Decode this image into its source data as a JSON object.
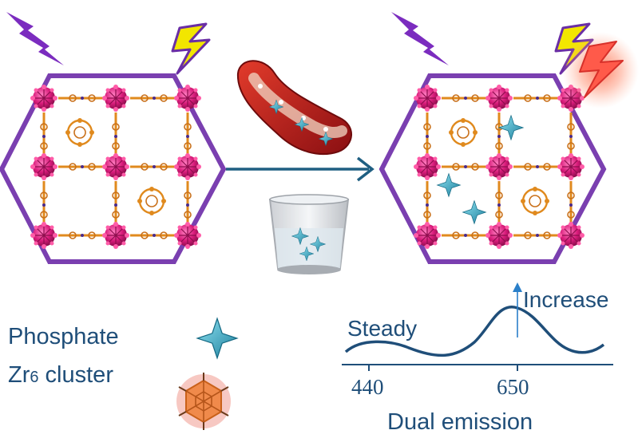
{
  "legend": {
    "phosphate_label": "Phosphate",
    "zr_label_main": "Zr",
    "zr_label_sub": "6",
    "zr_label_rest": " cluster"
  },
  "spectrum": {
    "steady_label": "Steady",
    "increase_label": "Increase",
    "tick_440": "440",
    "tick_650": "650",
    "axis_title": "Dual emission"
  },
  "colors": {
    "frame_purple": "#7a3fb0",
    "arrow_blue": "#1f5f82",
    "text_blue": "#1f4e79",
    "node_pink": "#d81b7a",
    "linker_orange": "#e08a1e",
    "bolt_purple": "#7b2cbf",
    "bolt_yellow": "#f2e600",
    "bolt_red": "#ff5a4a",
    "phosphate_cyan": "#3aa6c4"
  },
  "icons": [
    "lightning-bolt-purple-icon",
    "lightning-bolt-yellow-icon",
    "lightning-bolt-red-icon",
    "phosphate-star-icon",
    "zr6-cluster-icon",
    "blood-vessel-icon",
    "water-glass-icon"
  ]
}
